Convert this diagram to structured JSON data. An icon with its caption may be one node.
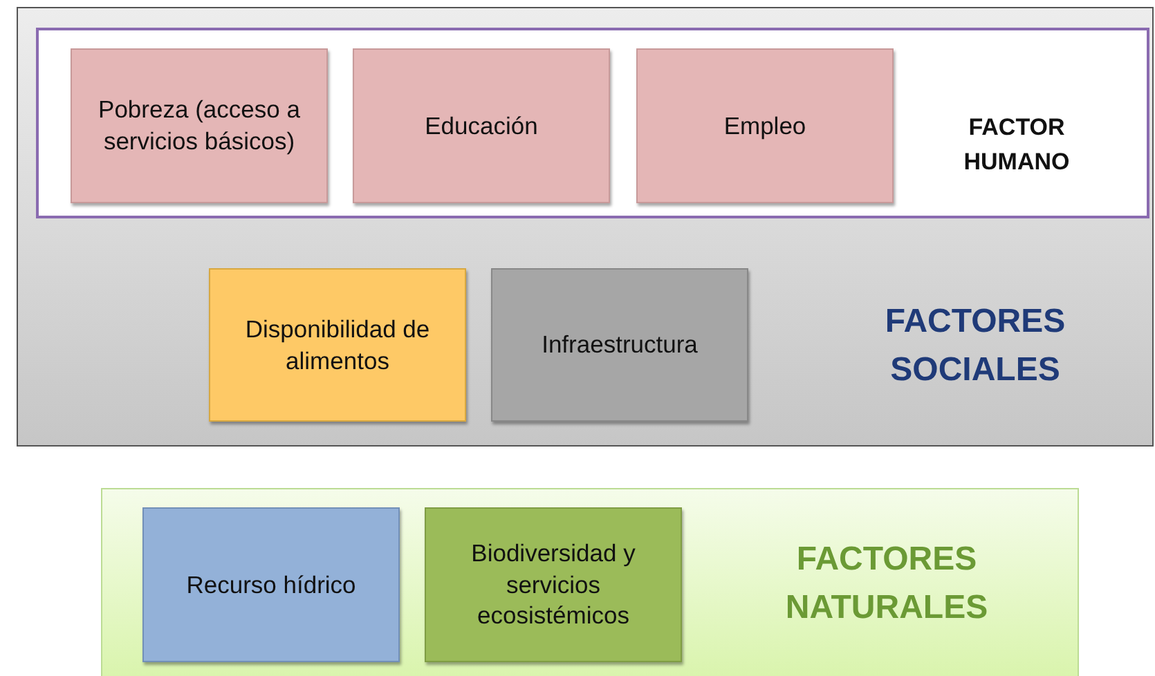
{
  "diagram": {
    "nodes": [
      {
        "text": [
          "FACTORES SOCIALES"
        ]
      },
      {
        "text": [
          "FACTOR HUMANO"
        ],
        "in": 0
      },
      {
        "text": [
          "Pobreza (acceso a servicios básicos)"
        ],
        "in": 1
      },
      {
        "text": [
          "Educación"
        ],
        "in": 1
      },
      {
        "text": [
          "Empleo"
        ],
        "in": 1
      },
      {
        "text": [
          "Disponibilidad de alimentos"
        ],
        "in": 0
      },
      {
        "text": [
          "Infraestructura"
        ],
        "in": 0
      },
      {
        "text": [
          "FACTORES NATURALES"
        ]
      },
      {
        "text": [
          "Recurso hídrico"
        ],
        "in": 7
      },
      {
        "text": [
          "Biodiversidad y servicios ecosistémicos"
        ],
        "in": 7
      }
    ]
  }
}
